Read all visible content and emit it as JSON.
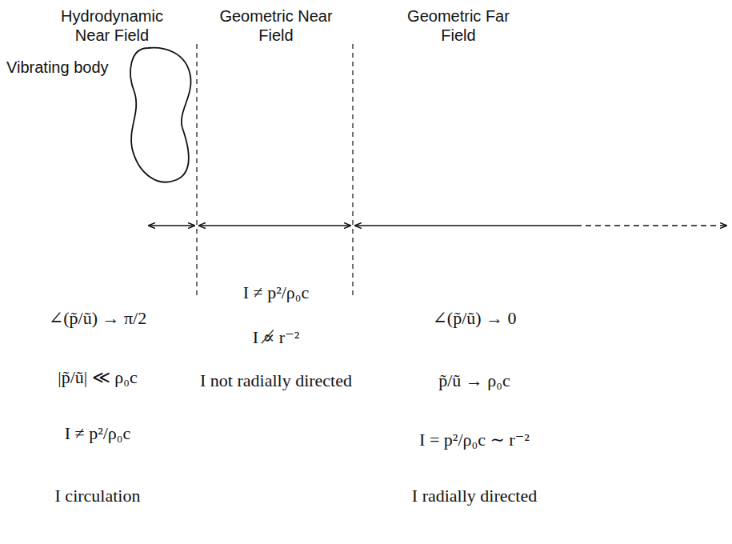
{
  "diagram": {
    "labels": [
      "Hydrodynamic Near Field",
      "Geometric Near Field",
      "Geometric Far Field",
      "Vibrating body",
      "∠(p̃/ũ) → π/2",
      "|p̃/ũ| ≪ ρ₀c",
      "I ≠ p²/ρ₀c",
      "I circulation",
      "I ≠ p²/ρ₀c",
      "I ∝̸ r⁻²",
      "I not radially directed",
      "∠(p̃/ũ) → 0",
      "p̃/ũ → ρ₀c",
      "I = p²/ρ₀c ∼ r⁻²",
      "I radially directed"
    ]
  }
}
